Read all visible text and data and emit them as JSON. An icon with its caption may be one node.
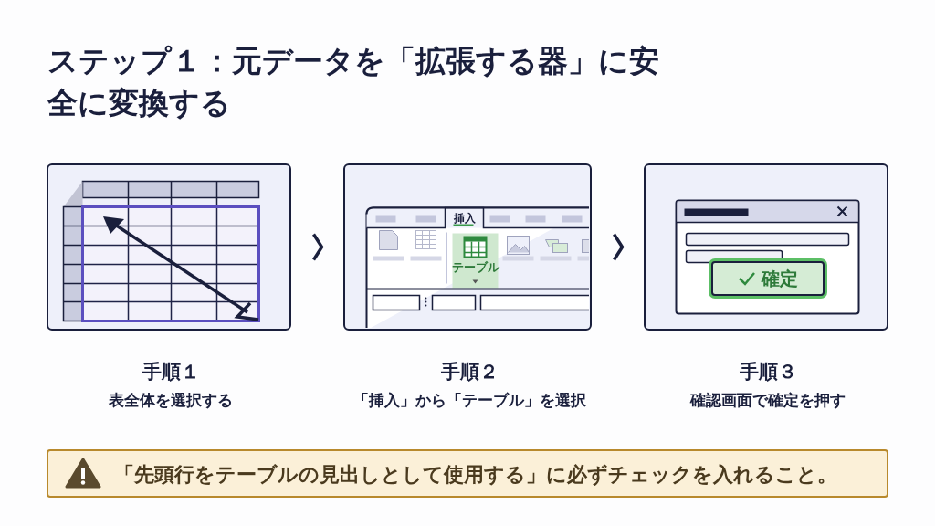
{
  "diagram": {
    "title": "ステップ１：元データを「拡張する器」に安全に変換する",
    "nodes": [
      {
        "text": [],
        "shape": "picture",
        "beside": [
          "手順１",
          "表全体を選択する"
        ]
      },
      {
        "text": [
          "挿入",
          "テーブル"
        ],
        "beside": [
          "手順２",
          "「挿入」から「テーブル」を選択"
        ]
      },
      {
        "text": [
          "確定"
        ],
        "beside": [
          "手順３",
          "確認画面で確定を押す"
        ]
      },
      {
        "text": [
          "「先頭行をテーブルの見出しとして使用する」に必ずチェックを入れること。"
        ]
      }
    ],
    "edges": [
      {
        "from": 0,
        "to": 1,
        "arrow": "to"
      },
      {
        "from": 1,
        "to": 2,
        "arrow": "to"
      }
    ]
  }
}
